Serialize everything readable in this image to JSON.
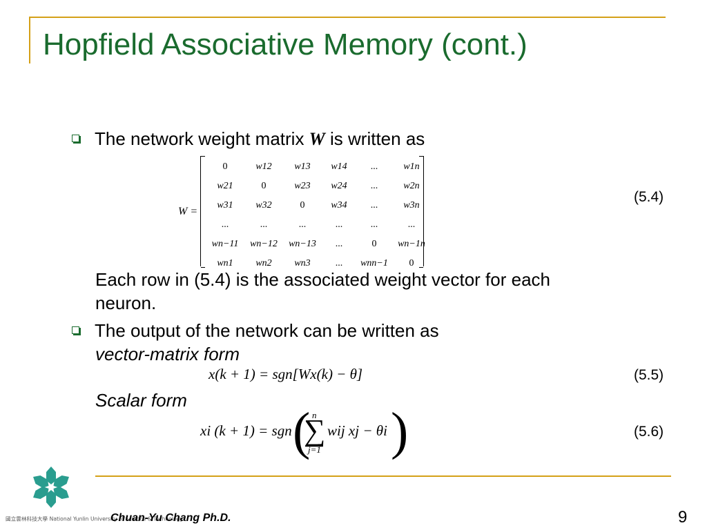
{
  "slide": {
    "title": "Hopfield Associative Memory (cont.)",
    "bullet1": {
      "before": "The network weight matrix ",
      "symbol": "W",
      "after": " is written as"
    },
    "matrix": {
      "lhs": "W =",
      "rows": [
        [
          "0",
          "w12",
          "w13",
          "w14",
          "...",
          "w1n"
        ],
        [
          "w21",
          "0",
          "w23",
          "w24",
          "...",
          "w2n"
        ],
        [
          "w31",
          "w32",
          "0",
          "w34",
          "...",
          "w3n"
        ],
        [
          "...",
          "...",
          "...",
          "...",
          "...",
          "..."
        ],
        [
          "wn−11",
          "wn−12",
          "wn−13",
          "...",
          "0",
          "wn−1n"
        ],
        [
          "wn1",
          "wn2",
          "wn3",
          "...",
          "wnn−1",
          "0"
        ]
      ]
    },
    "eq54": "(5.4)",
    "line_each_row_1": "Each row in (5.4) is the associated weight vector for each",
    "line_each_row_2": "neuron.",
    "bullet2": "The output of the network can be written as",
    "vector_matrix_form": "vector-matrix form",
    "formula55": "x(k + 1) = sgn[Wx(k) − θ]",
    "eq55": "(5.5)",
    "scalar_form": "Scalar form",
    "formula56": {
      "lhs": "xi (k + 1) = sgn",
      "sum_top": "n",
      "sum_bottom": "j=1",
      "body": "wij xj  − θi"
    },
    "eq56": "(5.6)"
  },
  "footer": {
    "author": "Chuan-Yu Chang Ph.D.",
    "page": "9",
    "logo_caption": "國立雲林科技大學 National Yunlin University of Science & Technology"
  },
  "colors": {
    "title": "#1a6b2e",
    "rule": "#d4a017",
    "logo": "#2a9d8f"
  }
}
